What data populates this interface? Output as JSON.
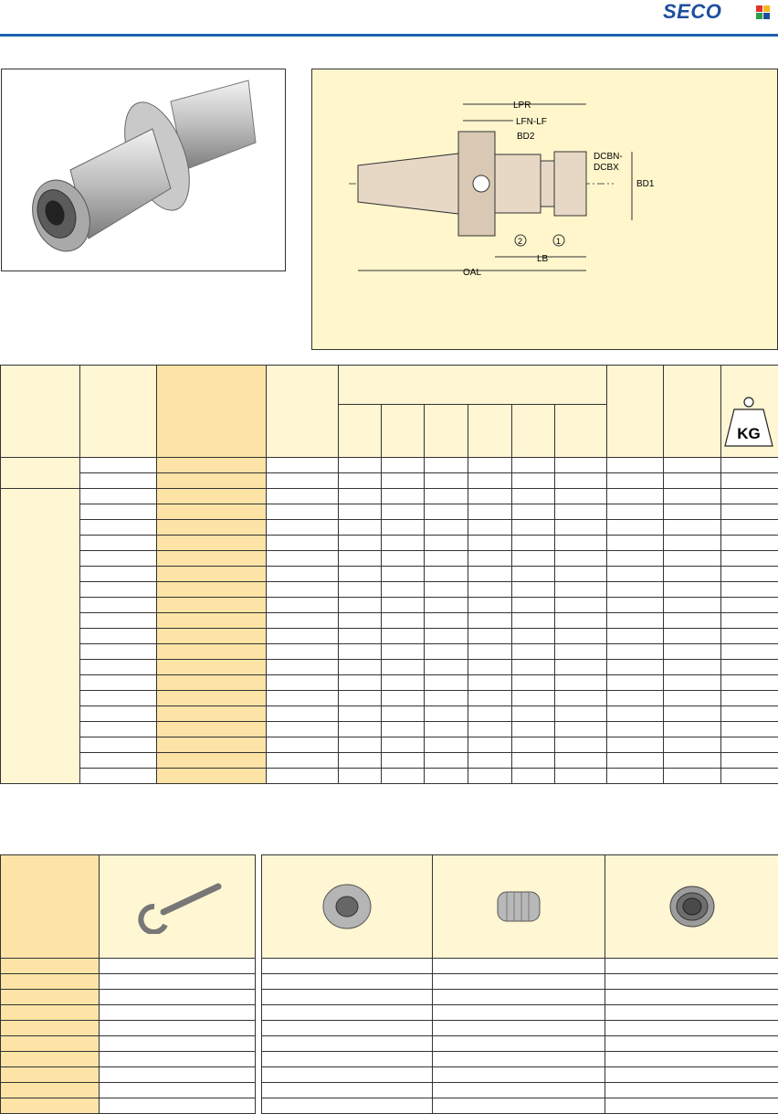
{
  "brand": {
    "name": "SECO",
    "color": "#1d4f9c",
    "cube_colors": [
      "#e2312d",
      "#f6b51b",
      "#2f9d4a",
      "#1d4f9c"
    ]
  },
  "images": {
    "product_photo": "cat-taper-collet-chuck-photo",
    "accessories": [
      "spanner-wrench",
      "clamping-nut",
      "length-adjustment-screw",
      "threaded-insert"
    ]
  },
  "drawing": {
    "labels": {
      "lpr": "LPR",
      "lfn": "LFN-LF",
      "bd2": "BD2",
      "dcbn": "DCBN-",
      "dcbx": "DCBX",
      "bd1": "BD1",
      "lb": "LB",
      "oal": "OAL",
      "callout1": "1",
      "callout2": "2"
    }
  },
  "weight_icon": {
    "label": "KG"
  },
  "colors": {
    "highlight_column": "#fde4a6",
    "light_fill": "#fff6d3",
    "rule": "#1e62b0"
  }
}
